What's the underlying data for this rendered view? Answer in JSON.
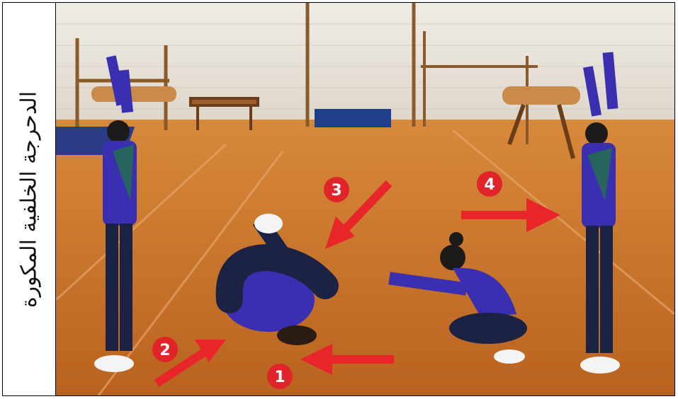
{
  "title": "الدحرجة الخلفية المكورة",
  "step_numbers": [
    "1",
    "2",
    "3",
    "4"
  ],
  "colors": {
    "floor": "#c9742a",
    "wall": "#e9e4dc",
    "arrow": "#e8262a",
    "badge": "#e0242a",
    "suit": "#3a2fb0",
    "pants": "#1c2244"
  }
}
